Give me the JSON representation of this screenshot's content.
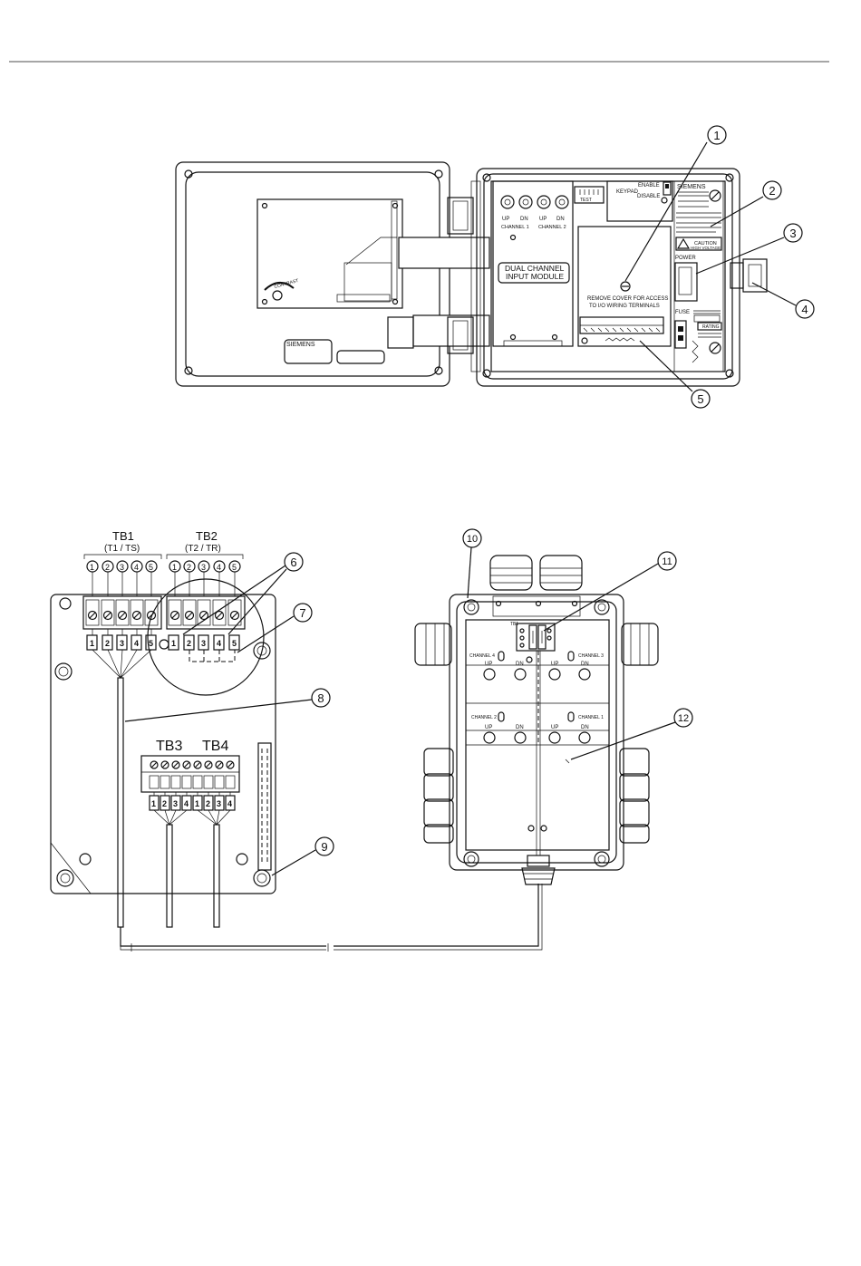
{
  "callouts": [
    "1",
    "2",
    "3",
    "4",
    "5",
    "6",
    "7",
    "8",
    "9",
    "10",
    "11",
    "12"
  ],
  "top_view": {
    "brand_left": "SIEMENS",
    "contrast": "CONTRAST",
    "module_title_1": "DUAL CHANNEL",
    "module_title_2": "INPUT MODULE",
    "up": "UP",
    "dn": "DN",
    "channel1": "CHANNEL 1",
    "channel2": "CHANNEL 2",
    "keypad": "KEYPAD",
    "enable": "ENABLE",
    "disable": "DISABLE",
    "test": "TEST",
    "brand_right": "SIEMENS",
    "remove_cover_1": "REMOVE COVER FOR ACCESS",
    "remove_cover_2": "TO I/O WIRING TERMINALS",
    "caution": "CAUTION",
    "high_voltage": "HIGH VOLTAGE",
    "power": "POWER",
    "fuse": "FUSE",
    "rating": "RATING"
  },
  "bottom_view": {
    "tb1": "TB1",
    "tb1_sub": "(T1 / TS)",
    "tb2": "TB2",
    "tb2_sub": "(T2 / TR)",
    "tb3": "TB3",
    "tb4": "TB4",
    "terminal_numbers_5": [
      "1",
      "2",
      "3",
      "4",
      "5"
    ],
    "terminal_numbers_4": [
      "1",
      "2",
      "3",
      "4"
    ],
    "box_tb1": "TB1",
    "channel4": "CHANNEL 4",
    "channel3": "CHANNEL 3",
    "channel2": "CHANNEL 2",
    "channel1": "CHANNEL 1",
    "up": "UP",
    "dn": "DN"
  }
}
